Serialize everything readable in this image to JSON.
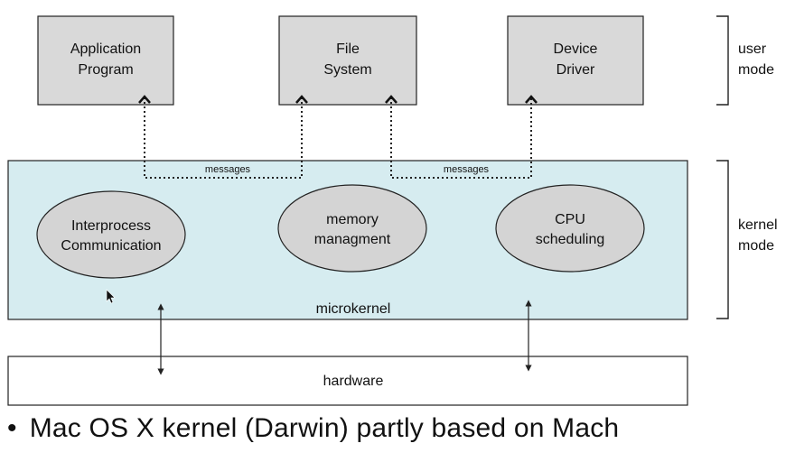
{
  "user_components": [
    {
      "line1": "Application",
      "line2": "Program"
    },
    {
      "line1": "File",
      "line2": "System"
    },
    {
      "line1": "Device",
      "line2": "Driver"
    }
  ],
  "brackets": {
    "user": {
      "line1": "user",
      "line2": "mode"
    },
    "kernel": {
      "line1": "kernel",
      "line2": "mode"
    }
  },
  "kernel_services": [
    {
      "line1": "Interprocess",
      "line2": "Communication"
    },
    {
      "line1": "memory",
      "line2": "managment"
    },
    {
      "line1": "CPU",
      "line2": "scheduling"
    }
  ],
  "message_labels": [
    "messages",
    "messages"
  ],
  "microkernel_label": "microkernel",
  "hardware_label": "hardware",
  "bullet": {
    "symbol": "•",
    "text": "Mac OS X kernel (Darwin) partly based on Mach"
  },
  "colors": {
    "user_box_fill": "#d9d9d9",
    "kernel_fill": "#d6ecf0",
    "ellipse_fill": "#d4d4d4",
    "stroke": "#222222"
  }
}
